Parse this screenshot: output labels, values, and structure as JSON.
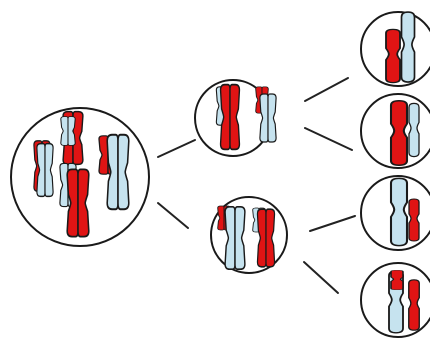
{
  "colors": {
    "maternal": "#e01414",
    "paternal": "#c6e3ef",
    "outline": "#1a1a1a",
    "background": "#ffffff"
  },
  "stages": [
    {
      "name": "diploid-parent-cell",
      "pairs": 3
    },
    {
      "name": "meiosis-i-daughter-cells",
      "count": 2
    },
    {
      "name": "meiosis-ii-gametes",
      "count": 4
    }
  ]
}
